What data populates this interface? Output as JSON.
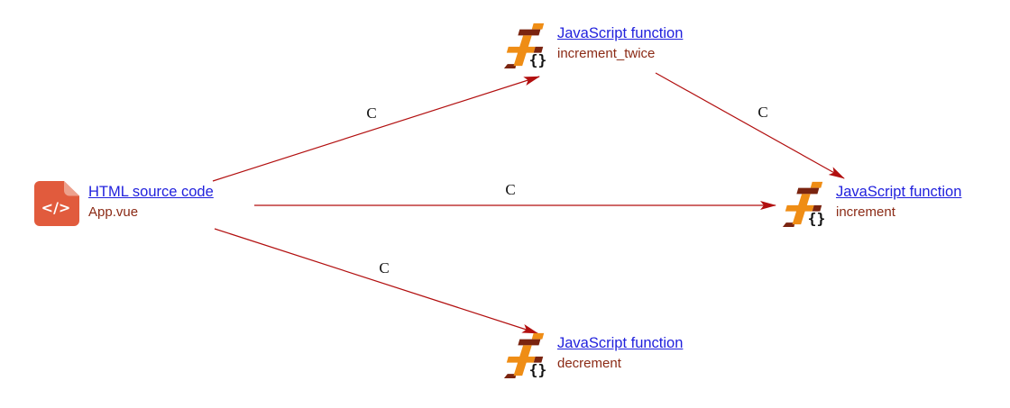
{
  "diagram": {
    "type": "call-graph",
    "nodes": {
      "html_source": {
        "title": "HTML source code",
        "subtitle": "App.vue",
        "icon": "html-file-icon"
      },
      "increment_twice": {
        "title": "JavaScript function",
        "subtitle": "increment_twice",
        "icon": "js-function-icon"
      },
      "increment": {
        "title": "JavaScript function",
        "subtitle": "increment",
        "icon": "js-function-icon"
      },
      "decrement": {
        "title": "JavaScript function",
        "subtitle": "decrement",
        "icon": "js-function-icon"
      }
    },
    "edges": [
      {
        "from": "html_source",
        "to": "increment_twice",
        "label": "C"
      },
      {
        "from": "html_source",
        "to": "increment",
        "label": "C"
      },
      {
        "from": "html_source",
        "to": "decrement",
        "label": "C"
      },
      {
        "from": "increment_twice",
        "to": "increment",
        "label": "C"
      }
    ],
    "colors": {
      "link_blue": "#2121dd",
      "subtitle_maroon": "#8b2a15",
      "edge_red": "#b20f0f",
      "edge_label_black": "#111111",
      "js_icon_orange": "#ef8d15",
      "js_icon_dark_red": "#7a2410",
      "html_icon_orange": "#e15b3d",
      "html_icon_fold": "#eda18d"
    }
  }
}
